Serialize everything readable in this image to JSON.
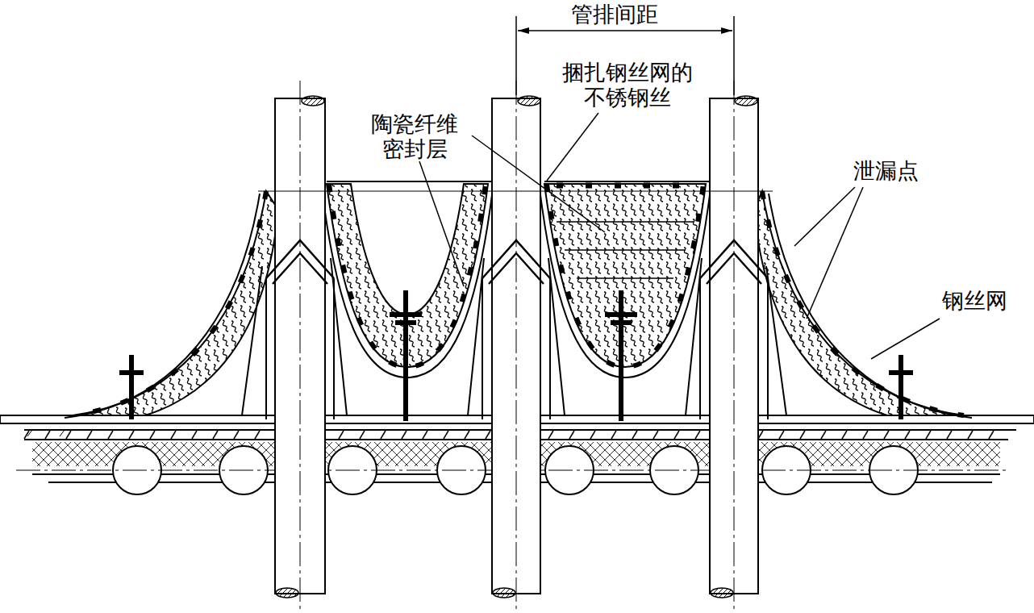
{
  "diagram": {
    "labels": [
      "管排间距",
      "捆扎钢丝网的 不锈钢丝",
      "陶瓷纤维 密封层",
      "泄漏点",
      "钢丝网"
    ]
  }
}
